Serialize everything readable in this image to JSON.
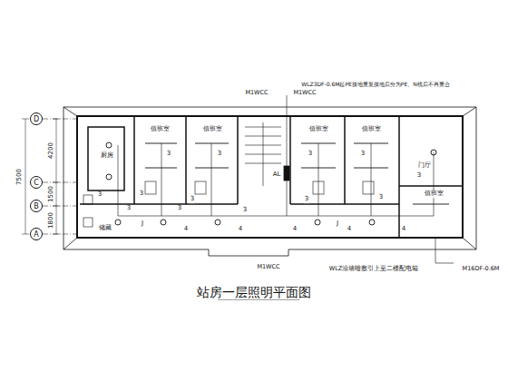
{
  "diagram": {
    "title": "站房一层照明平面图",
    "nodes": [
      {
        "text": [
          "D"
        ]
      },
      {
        "text": [
          "C"
        ]
      },
      {
        "text": [
          "B"
        ]
      },
      {
        "text": [
          "A"
        ]
      }
    ],
    "labels": [
      "4200",
      "1500",
      "1800",
      "7500",
      "值班室",
      "值班室",
      "值班室",
      "值班室",
      "厨房",
      "储藏",
      "门厅",
      "值班室",
      "AL",
      "WLZ3DF-0.6M起PE接地重复接地后分为PE、N线后不再重合",
      "M1WCC",
      "M1WCC",
      "M1WCC",
      "WLZ沿墙暗敷引上至二楼配电箱",
      "M16DF-0.6M",
      "3",
      "3",
      "3",
      "3",
      "3",
      "3",
      "3",
      "3",
      "3",
      "3",
      "3",
      "3",
      "3",
      "4",
      "4",
      "4",
      "4",
      "4",
      "J",
      "J"
    ]
  }
}
